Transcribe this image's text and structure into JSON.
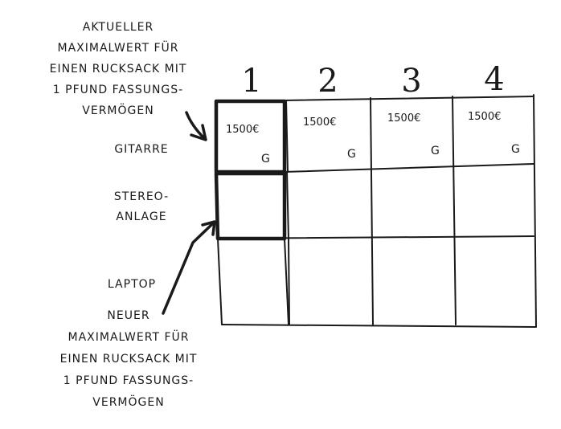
{
  "top_note": [
    "AKTUELLER",
    "MAXIMALWERT FÜR",
    "EINEN RUCKSACK MIT",
    "1 PFUND FASSUNGS-",
    "VERMÖGEN"
  ],
  "bottom_note": [
    "NEUER",
    "MAXIMALWERT FÜR",
    "EINEN RUCKSACK MIT",
    "1 PFUND FASSUNGS-",
    "VERMÖGEN"
  ],
  "columns": [
    "1",
    "2",
    "3",
    "4"
  ],
  "rows": {
    "gitarre": "GITARRE",
    "stereo": [
      "STEREO-",
      "ANLAGE"
    ],
    "laptop": "LAPTOP"
  },
  "cells_row1": [
    {
      "value": "1500€",
      "item": "G"
    },
    {
      "value": "1500€",
      "item": "G"
    },
    {
      "value": "1500€",
      "item": "G"
    },
    {
      "value": "1500€",
      "item": "G"
    }
  ]
}
